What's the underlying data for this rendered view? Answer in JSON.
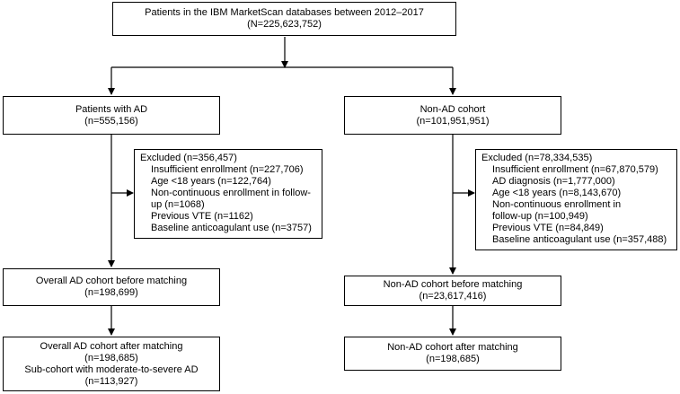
{
  "top": {
    "line1": "Patients in the IBM MarketScan databases between 2012–2017",
    "line2": "(N=225,623,752)"
  },
  "ad": {
    "line1": "Patients with AD",
    "line2": "(n=555,156)"
  },
  "nonad": {
    "line1": "Non-AD cohort",
    "line2": "(n=101,951,951)"
  },
  "ad_excluded": {
    "header": "Excluded (n=356,457)",
    "items": [
      "Insufficient enrollment (n=227,706)",
      "Age <18 years (n=122,764)",
      "Non-continuous enrollment in follow-",
      "up  (n=1068)",
      "Previous VTE (n=1162)",
      "Baseline anticoagulant use (n=3757)"
    ]
  },
  "nonad_excluded": {
    "header": "Excluded (n=78,334,535)",
    "items": [
      "Insufficient enrollment (n=67,870,579)",
      "AD diagnosis (n=1,777,000)",
      "Age <18 years (n=8,143,670)",
      "Non-continuous enrollment in",
      "follow-up (n=100,949)",
      "Previous VTE (n=84,849)",
      "Baseline anticoagulant use (n=357,488)"
    ]
  },
  "ad_before": {
    "line1": "Overall AD cohort before matching",
    "line2": "(n=198,699)"
  },
  "nonad_before": {
    "line1": "Non-AD cohort before matching",
    "line2": "(n=23,617,416)"
  },
  "ad_after": {
    "line1": "Overall AD cohort after matching",
    "line2": "(n=198,685)",
    "line3": "Sub-cohort with moderate-to-severe AD",
    "line4": "(n=113,927)"
  },
  "nonad_after": {
    "line1": "Non-AD cohort after matching",
    "line2": "(n=198,685)"
  }
}
